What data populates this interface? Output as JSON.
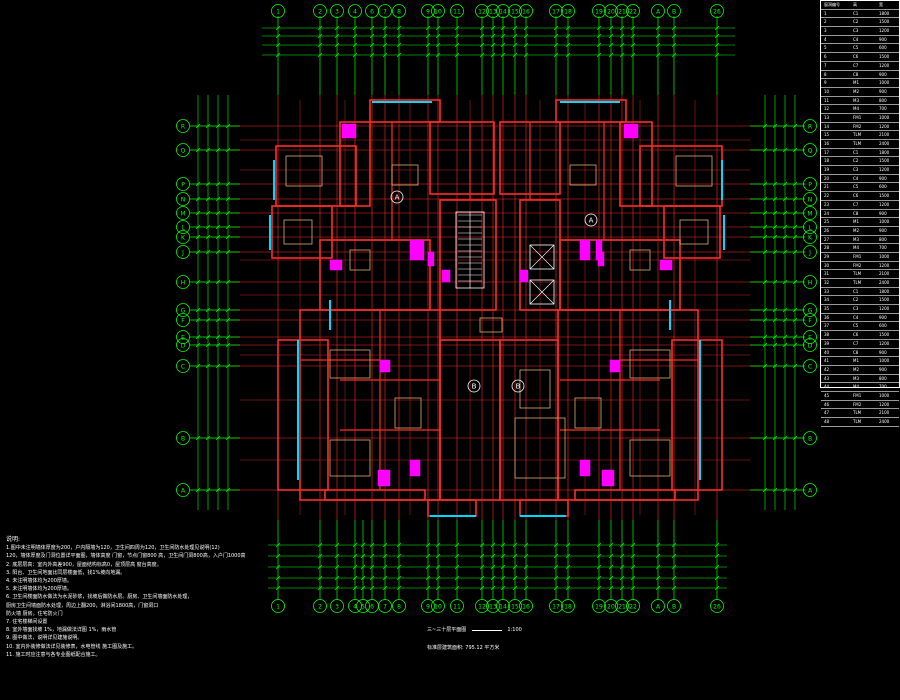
{
  "drawing": {
    "colors": {
      "background": "#000000",
      "wall": "#ff2b2b",
      "axis": "#00ff00",
      "grid": "#ff2b2b",
      "window": "#00d8ff",
      "door": "#ff00ff",
      "furniture": "#d8b070",
      "dimension": "#00ff00",
      "text": "#ffffff",
      "stair": "#ffffff"
    },
    "axis_columns": [
      "1",
      "2",
      "3",
      "4",
      "6",
      "7",
      "8",
      "9",
      "10",
      "11",
      "12",
      "13",
      "14",
      "15",
      "16",
      "17",
      "18",
      "19",
      "20",
      "21",
      "22",
      "A",
      "B",
      "26"
    ],
    "axis_columns_bottom": [
      "1",
      "2",
      "3",
      "4",
      "5",
      "6",
      "7",
      "8",
      "9",
      "10",
      "11",
      "12",
      "13",
      "14",
      "15",
      "16",
      "17",
      "18",
      "19",
      "20",
      "21",
      "22",
      "A",
      "B",
      "26"
    ],
    "axis_rows": [
      "R",
      "Q",
      "P",
      "N",
      "M",
      "L",
      "K",
      "J",
      "H",
      "G",
      "F",
      "E",
      "D",
      "C",
      "B",
      "A"
    ],
    "room_labels": [
      "A",
      "A",
      "B",
      "B"
    ]
  },
  "notes": {
    "title": "说明:",
    "lines": [
      "1.图中未注明墙体厚度为200，户内隔墙为120，卫生间四周为120，卫生间防水处理见说明(12)",
      "  120，墙体厚度及门洞位置详平面图，墙体高度 门窗，节点门窗800 高，卫生间门洞800高，入户门1000高",
      "2.  底层层高：室内外高差900，屋面结构标高0，屋顶层高  窗台高度。",
      "3.  阳台、卫生间地面比同层楼面低，找1%坡向地漏。",
      "4.  未注明墙体均为200厚墙。",
      "5.  未注明墙体均为200厚墙。",
      "6.  卫生间楼面防水做法为水泥砂浆，找坡后做防水层。厨房、卫生间墙面防水处理，",
      "  厨房卫生间墙面防水处理，周边上翻200，淋浴间1800高，门窗洞口",
      "  防火墙  厨房，住宅防火门",
      "7.  住宅楼梯间设置",
      "8.  室外墙面找坡 1%，地漏做法详图 1%，雨水管",
      "9.  图中做法，说明详见建施说明。",
      "10.  室内外装修做法详见装修表，水电管线 施工图及施工。",
      "11.  施工时应注意与各专业图纸配合施工。"
    ]
  },
  "caption": {
    "title": "三~三十层平面图",
    "scale": "1:100",
    "area_label": "标准层建筑面积: ",
    "area_value": "795.12 平方米"
  },
  "legend": {
    "header": [
      "窗洞编号",
      "高",
      "宽"
    ],
    "rows": [
      [
        "1",
        "C1",
        "1800"
      ],
      [
        "2",
        "C2",
        "1500"
      ],
      [
        "3",
        "C3",
        "1200"
      ],
      [
        "4",
        "C4",
        "900"
      ],
      [
        "5",
        "C5",
        "600"
      ],
      [
        "6",
        "C6",
        "1500"
      ],
      [
        "7",
        "C7",
        "1200"
      ],
      [
        "8",
        "C8",
        "900"
      ],
      [
        "9",
        "M1",
        "1000"
      ],
      [
        "10",
        "M2",
        "900"
      ],
      [
        "11",
        "M3",
        "800"
      ],
      [
        "12",
        "M4",
        "700"
      ],
      [
        "13",
        "FM1",
        "1000"
      ],
      [
        "14",
        "FM2",
        "1200"
      ],
      [
        "15",
        "TLM",
        "2100"
      ],
      [
        "16",
        "TLM",
        "2400"
      ],
      [
        "17",
        "C1",
        "1800"
      ],
      [
        "18",
        "C2",
        "1500"
      ],
      [
        "19",
        "C3",
        "1200"
      ],
      [
        "20",
        "C4",
        "900"
      ],
      [
        "21",
        "C5",
        "600"
      ],
      [
        "22",
        "C6",
        "1500"
      ],
      [
        "23",
        "C7",
        "1200"
      ],
      [
        "24",
        "C8",
        "900"
      ],
      [
        "25",
        "M1",
        "1000"
      ],
      [
        "26",
        "M2",
        "900"
      ],
      [
        "27",
        "M3",
        "800"
      ],
      [
        "28",
        "M4",
        "700"
      ],
      [
        "29",
        "FM1",
        "1000"
      ],
      [
        "30",
        "FM2",
        "1200"
      ],
      [
        "31",
        "TLM",
        "2100"
      ],
      [
        "32",
        "TLM",
        "2400"
      ],
      [
        "33",
        "C1",
        "1800"
      ],
      [
        "34",
        "C2",
        "1500"
      ],
      [
        "35",
        "C3",
        "1200"
      ],
      [
        "36",
        "C4",
        "900"
      ],
      [
        "37",
        "C5",
        "600"
      ],
      [
        "38",
        "C6",
        "1500"
      ],
      [
        "39",
        "C7",
        "1200"
      ],
      [
        "40",
        "C8",
        "900"
      ],
      [
        "41",
        "M1",
        "1000"
      ],
      [
        "42",
        "M2",
        "900"
      ],
      [
        "43",
        "M3",
        "800"
      ],
      [
        "44",
        "M4",
        "700"
      ],
      [
        "45",
        "FM1",
        "1000"
      ],
      [
        "46",
        "FM2",
        "1200"
      ],
      [
        "47",
        "TLM",
        "2100"
      ],
      [
        "48",
        "TLM",
        "2400"
      ]
    ]
  }
}
